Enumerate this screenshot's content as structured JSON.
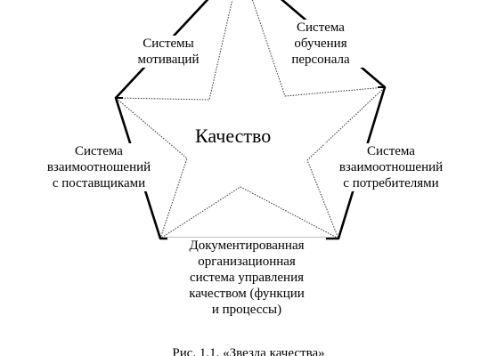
{
  "diagram": {
    "center": "Качество",
    "nodes": {
      "top_left": "Системы\nмотиваций",
      "top_right": "Система\nобучения\nперсонала",
      "left": "Система\nвзаимоотношений\nс поставщиками",
      "right": "Система\nвзаимоотношений\nс потребителями",
      "bottom": "Документированная\nорганизационная\nсистема управления\nкачеством (функции\nи процессы)"
    },
    "caption": "Рис. 1.1. «Звезда качества»"
  }
}
